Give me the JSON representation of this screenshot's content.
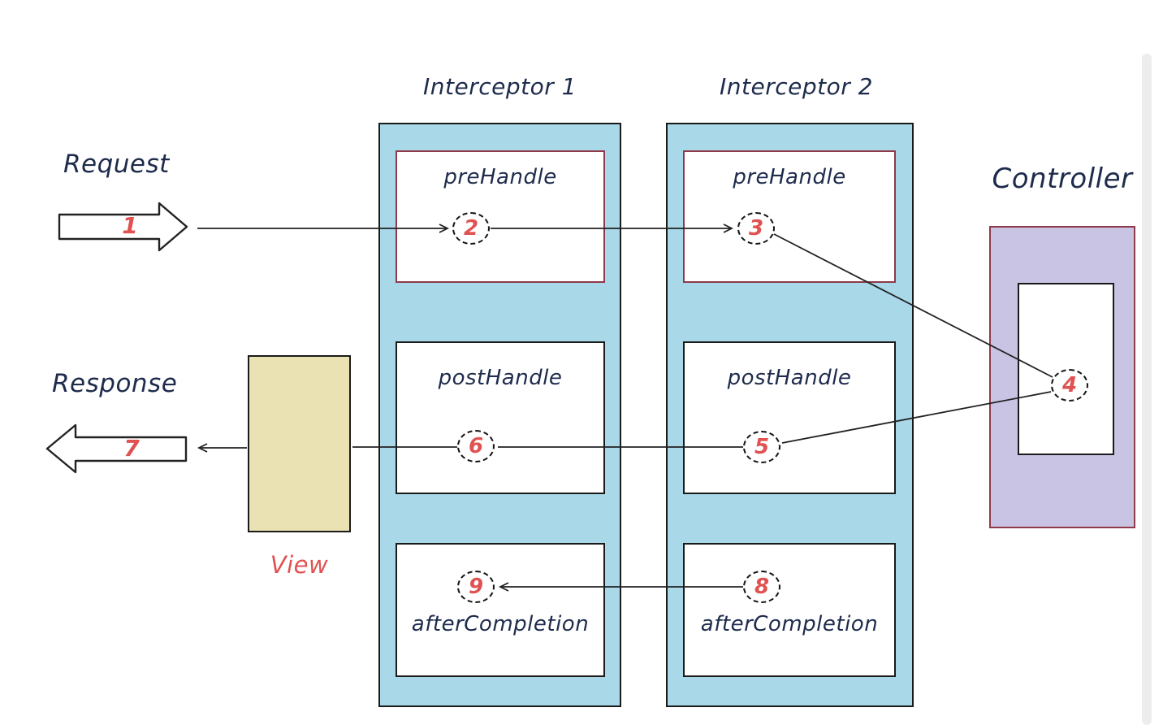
{
  "request": {
    "label": "Request",
    "step": "1"
  },
  "response": {
    "label": "Response",
    "step": "7"
  },
  "view": {
    "label": "View"
  },
  "controller": {
    "label": "Controller",
    "step": "4"
  },
  "interceptors": [
    {
      "label": "Interceptor 1",
      "methods": [
        {
          "name": "preHandle",
          "step": "2"
        },
        {
          "name": "postHandle",
          "step": "6"
        },
        {
          "name": "afterCompletion",
          "step": "9"
        }
      ]
    },
    {
      "label": "Interceptor 2",
      "methods": [
        {
          "name": "preHandle",
          "step": "3"
        },
        {
          "name": "postHandle",
          "step": "5"
        },
        {
          "name": "afterCompletion",
          "step": "8"
        }
      ]
    }
  ],
  "colors": {
    "interceptor_fill": "#a9d8e9",
    "controller_fill": "#c9c4e4",
    "view_fill": "#eae2b2",
    "accent_border": "#8e3a4a",
    "box_border": "#1a1a1a",
    "line_color": "#222222",
    "step_number": "#e05252",
    "label_text": "#1e2b4c",
    "scrollbar": "#ededed"
  }
}
